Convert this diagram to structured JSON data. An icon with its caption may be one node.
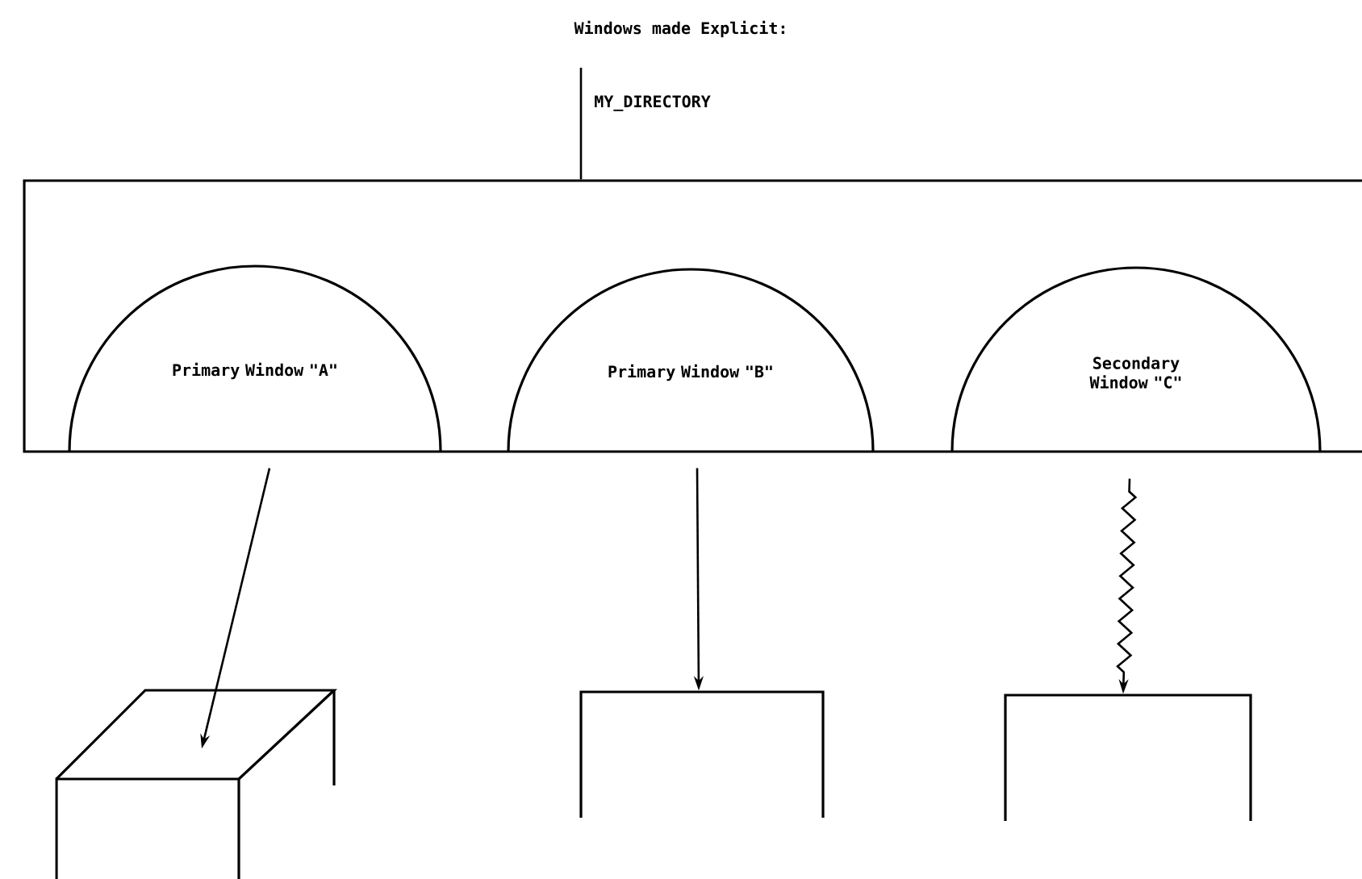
{
  "diagram": {
    "title": "Windows made Explicit:",
    "nodes": [
      {
        "text": [
          "MY_DIRECTORY"
        ]
      },
      {
        "text": [
          "Primary Window \"A\""
        ],
        "in": 0
      },
      {
        "text": [
          "Primary Window \"B\""
        ],
        "in": 0
      },
      {
        "text": [
          "Secondary Window \"C\""
        ],
        "in": 0
      },
      {
        "text": [],
        "shape": "box"
      },
      {
        "text": [],
        "shape": "box"
      },
      {
        "text": [],
        "shape": "box"
      }
    ],
    "edges": [
      {
        "from": null,
        "to": 0,
        "arrow": "none"
      },
      {
        "from": 1,
        "to": 4,
        "arrow": "to"
      },
      {
        "from": 2,
        "to": 5,
        "arrow": "to"
      },
      {
        "from": 3,
        "to": 6,
        "arrow": "to"
      }
    ]
  }
}
